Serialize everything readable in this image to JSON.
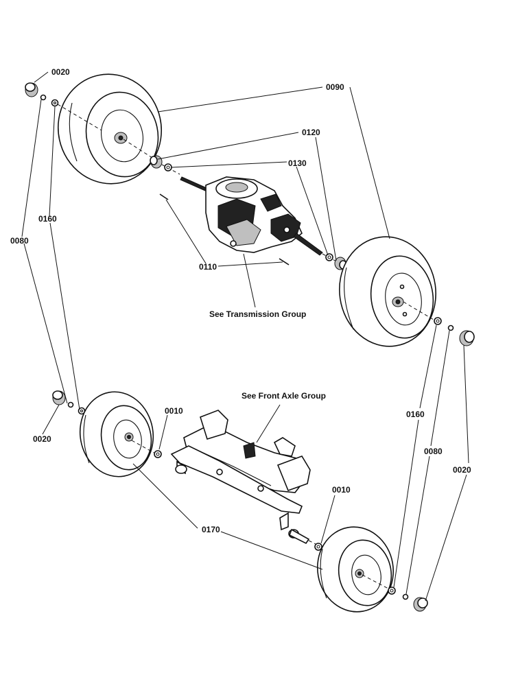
{
  "labels": {
    "cap_top_left": "0020",
    "wheel_rear_leader": "0090",
    "spacer": "0120",
    "washer_small": "0130",
    "washer_left_rear": "0160",
    "clip_left": "0080",
    "key_pin": "0110",
    "cap_front_left": "0020",
    "washer_front_left": "0010",
    "washer_front_right": "0010",
    "wheel_front_leader": "0170",
    "washer_right_rear": "0160",
    "clip_right": "0080",
    "cap_right": "0020"
  },
  "notes": {
    "transmission": "See Transmission Group",
    "front_axle": "See Front Axle Group"
  },
  "icons": {
    "wheel": "tire-wheel-icon",
    "transmission": "transmission-icon",
    "axle": "front-axle-icon",
    "washer": "washer-icon",
    "cap": "hub-cap-icon"
  }
}
